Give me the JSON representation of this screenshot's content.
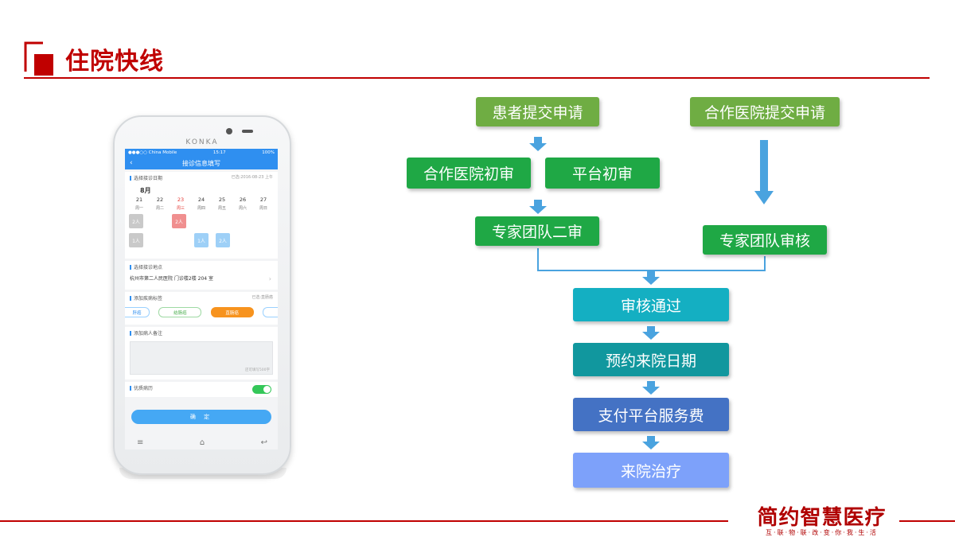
{
  "slide": {
    "title": "住院快线",
    "accent_color": "#c00000"
  },
  "brand": {
    "name": "简约智慧医疗",
    "tagline": "互·联·物·联·改·变·你·我·生·活"
  },
  "phone": {
    "maker": "KONKA",
    "status_bar": {
      "carrier": "●●●○○ China Mobile",
      "time": "15:17",
      "battery": "100%"
    },
    "nav": {
      "back_icon": "chevron-left-icon",
      "title": "接诊信息填写"
    },
    "date_section": {
      "label": "选择接诊日期",
      "selected": "已选:2016-08-23 上午",
      "month": "8月",
      "days": [
        "21",
        "22",
        "23",
        "24",
        "25",
        "26",
        "27"
      ],
      "weekdays": [
        "周一",
        "周二",
        "周三",
        "周四",
        "周五",
        "周六",
        "周日"
      ],
      "highlight_index": 2,
      "slots": [
        "2人",
        "2人",
        "1人",
        "1人",
        "2人"
      ]
    },
    "location_section": {
      "label": "选择接诊地点",
      "address": "杭州市第二人民医院 门诊楼2楼 204 室"
    },
    "tag_section": {
      "label": "添加疾病标签",
      "selected": "已选:直肠癌",
      "tags": [
        "肝癌",
        "结肠癌",
        "直肠癌",
        ""
      ]
    },
    "note_section": {
      "label": "添加病人备注",
      "counter": "还可填写500字"
    },
    "history_section": {
      "label": "优质病历",
      "toggle_on": true
    },
    "confirm_label": "确  定",
    "softkeys": [
      "≡",
      "⌂",
      "↩"
    ]
  },
  "flow": {
    "patient_submit": "患者提交申请",
    "hospital_submit": "合作医院提交申请",
    "hospital_review": "合作医院初审",
    "platform_review": "平台初审",
    "expert_second": "专家团队二审",
    "expert_audit": "专家团队审核",
    "approved": "审核通过",
    "book_date": "预约来院日期",
    "pay_fee": "支付平台服务费",
    "treatment": "来院治疗",
    "arrow_color": "#4aa3df"
  }
}
